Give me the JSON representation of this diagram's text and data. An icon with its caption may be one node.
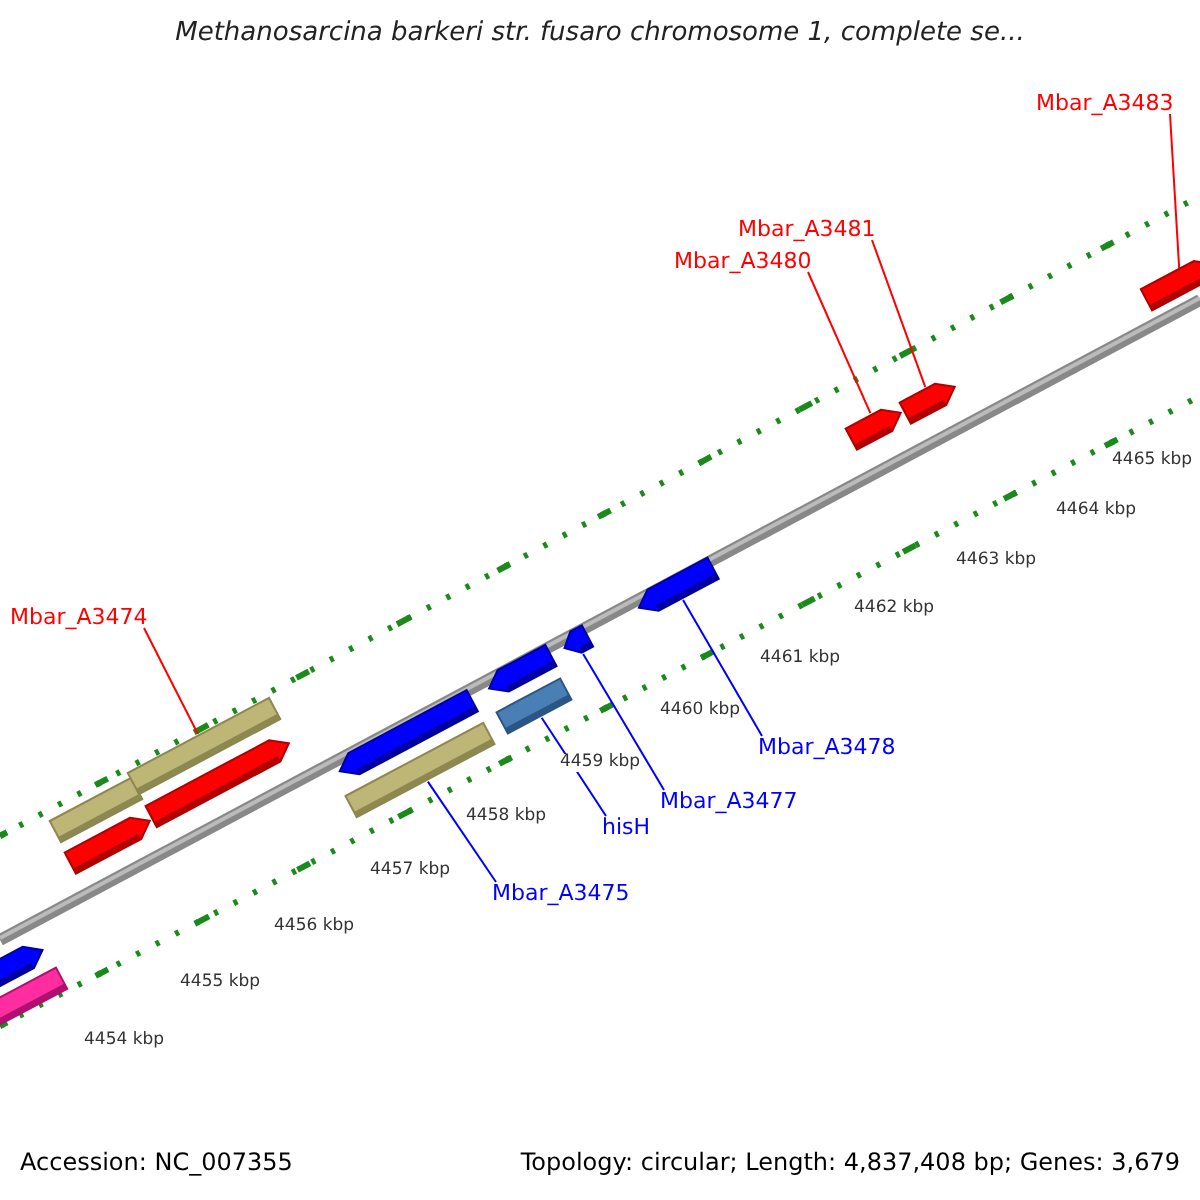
{
  "diagram": {
    "title": "Methanosarcina barkeri str. fusaro chromosome 1, complete se...",
    "nodes": [
      {
        "text": [
          "Mbar_A3483"
        ]
      },
      {
        "text": [
          "Mbar_A3481"
        ]
      },
      {
        "text": [
          "Mbar_A3480"
        ]
      },
      {
        "text": [
          "Mbar_A3474"
        ]
      },
      {
        "text": [
          "Mbar_A3478"
        ]
      },
      {
        "text": [
          "Mbar_A3477"
        ]
      },
      {
        "text": [
          "hisH"
        ]
      },
      {
        "text": [
          "Mbar_A3475"
        ]
      },
      {
        "text": [],
        "shape": "bar"
      },
      {
        "text": [],
        "shape": "bar"
      },
      {
        "text": [],
        "shape": "bar"
      },
      {
        "text": [],
        "shape": "bar"
      },
      {
        "text": [],
        "shape": "bar"
      },
      {
        "text": [],
        "shape": "bar"
      },
      {
        "text": [],
        "shape": "bar"
      },
      {
        "text": [],
        "shape": "bar"
      },
      {
        "text": [],
        "shape": "bar"
      },
      {
        "text": [],
        "shape": "bar"
      },
      {
        "text": [],
        "shape": "bar"
      },
      {
        "text": [],
        "shape": "bar"
      },
      {
        "text": [],
        "shape": "bar"
      },
      {
        "text": [],
        "shape": "bar"
      },
      {
        "text": [],
        "shape": "bar"
      }
    ],
    "edges": [
      {
        "from": 0,
        "to": 22,
        "arrow": "none",
        "color": "#ff0000"
      },
      {
        "from": 1,
        "to": 21,
        "arrow": "none",
        "color": "#ff0000"
      },
      {
        "from": 2,
        "to": 20,
        "arrow": "none",
        "color": "#ff0000"
      },
      {
        "from": 3,
        "to": 9,
        "arrow": "none",
        "color": "#ff0000"
      },
      {
        "from": 4,
        "to": 19,
        "arrow": "none",
        "color": "#0000ff"
      },
      {
        "from": 5,
        "to": 18,
        "arrow": "none",
        "color": "#0000ff"
      },
      {
        "from": 6,
        "to": 17,
        "arrow": "none",
        "color": "#0000ff"
      },
      {
        "from": 7,
        "to": 15,
        "arrow": "none",
        "color": "#0000ff"
      }
    ],
    "labels": [
      "4465 kbp",
      "4464 kbp",
      "4463 kbp",
      "4462 kbp",
      "4461 kbp",
      "4460 kbp",
      "4459 kbp",
      "4458 kbp",
      "4457 kbp",
      "4456 kbp",
      "4455 kbp",
      "4454 kbp",
      "Accession: NC_007355",
      "Topology: circular; Length: 4,837,408 bp; Genes: 3,679"
    ]
  }
}
